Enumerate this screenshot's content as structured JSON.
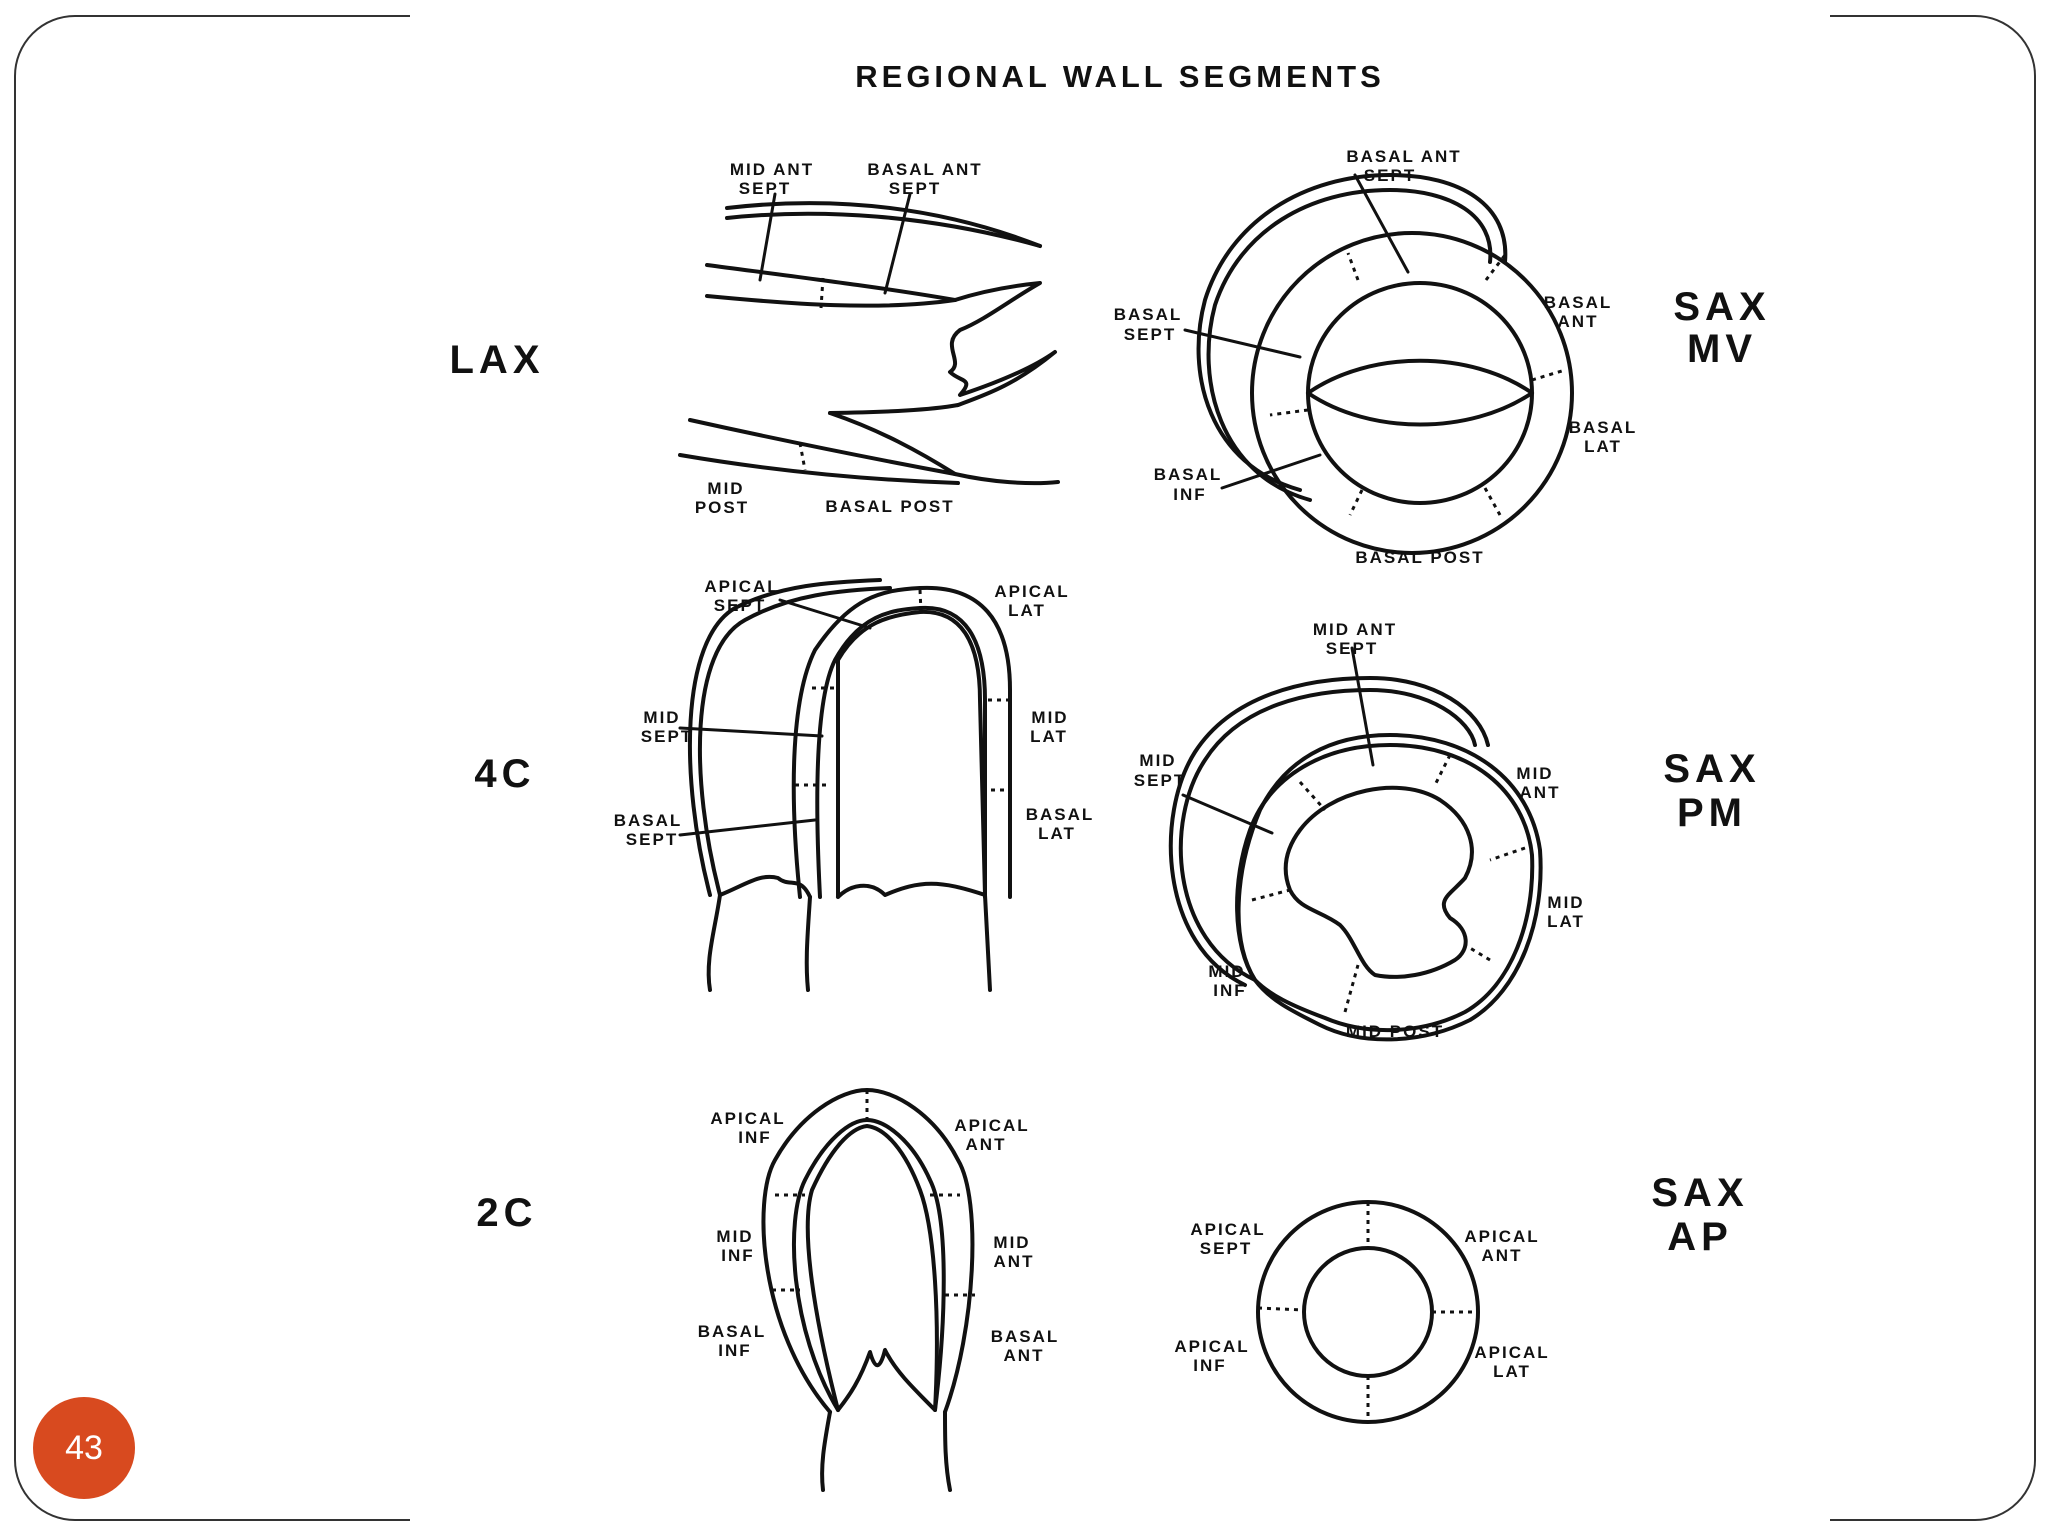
{
  "title": "REGIONAL WALL SEGMENTS",
  "page_number": "43",
  "colors": {
    "badge": "#d84a1f",
    "frame": "#333333",
    "ink": "#111111"
  },
  "views": {
    "lax": "LAX",
    "c4": "4C",
    "c2": "2C",
    "sax_mv": [
      "SAX",
      "MV"
    ],
    "sax_pm": [
      "SAX",
      "PM"
    ],
    "sax_ap": [
      "SAX",
      "AP"
    ]
  },
  "labels": {
    "lax": {
      "mid_ant_sept": [
        "MID ANT",
        "SEPT"
      ],
      "basal_ant_sept": [
        "BASAL ANT",
        "SEPT"
      ],
      "mid_post": [
        "MID",
        "POST"
      ],
      "basal_post": "BASAL POST"
    },
    "sax_mv": {
      "basal_ant_sept": [
        "BASAL ANT",
        "SEPT"
      ],
      "basal_sept": [
        "BASAL",
        "SEPT"
      ],
      "basal_ant": [
        "BASAL",
        "ANT"
      ],
      "basal_lat": [
        "BASAL",
        "LAT"
      ],
      "basal_inf": [
        "BASAL",
        "INF"
      ],
      "basal_post": "BASAL POST"
    },
    "c4": {
      "apical_sept": [
        "APICAL",
        "SEPT"
      ],
      "apical_lat": [
        "APICAL",
        "LAT"
      ],
      "mid_sept": [
        "MID",
        "SEPT"
      ],
      "mid_lat": [
        "MID",
        "LAT"
      ],
      "basal_sept": [
        "BASAL",
        "SEPT"
      ],
      "basal_lat": [
        "BASAL",
        "LAT"
      ]
    },
    "sax_pm": {
      "mid_ant_sept": [
        "MID ANT",
        "SEPT"
      ],
      "mid_sept": [
        "MID",
        "SEPT"
      ],
      "mid_ant": [
        "MID",
        "ANT"
      ],
      "mid_lat": [
        "MID",
        "LAT"
      ],
      "mid_inf": [
        "MID",
        "INF"
      ],
      "mid_post": "MID POST"
    },
    "c2": {
      "apical_inf": [
        "APICAL",
        "INF"
      ],
      "apical_ant": [
        "APICAL",
        "ANT"
      ],
      "mid_inf": [
        "MID",
        "INF"
      ],
      "mid_ant": [
        "MID",
        "ANT"
      ],
      "basal_inf": [
        "BASAL",
        "INF"
      ],
      "basal_ant": [
        "BASAL",
        "ANT"
      ]
    },
    "sax_ap": {
      "apical_sept": [
        "APICAL",
        "SEPT"
      ],
      "apical_ant": [
        "APICAL",
        "ANT"
      ],
      "apical_inf": [
        "APICAL",
        "INF"
      ],
      "apical_lat": [
        "APICAL",
        "LAT"
      ]
    }
  }
}
